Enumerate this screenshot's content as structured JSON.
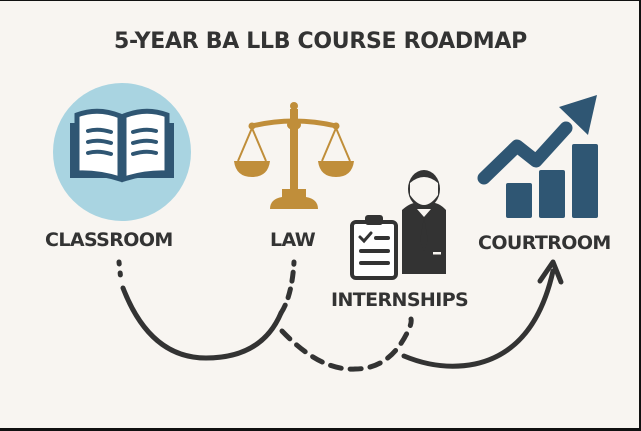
{
  "title": "5-YEAR BA LLB COURSE ROADMAP",
  "stages": [
    {
      "label": "CLASSROOM",
      "icon": "open-book-icon"
    },
    {
      "label": "LAW",
      "icon": "scales-of-justice-icon"
    },
    {
      "label": "INTERNSHIPS",
      "icon": "clipboard-and-professional-icon"
    },
    {
      "label": "COURTROOM",
      "icon": "growth-chart-arrow-icon"
    }
  ],
  "colors": {
    "background": "#f8f5f1",
    "text": "#333333",
    "circle": "#a9d4e1",
    "navy": "#2f5673",
    "gold": "#c08e3a",
    "path": "#333333"
  }
}
